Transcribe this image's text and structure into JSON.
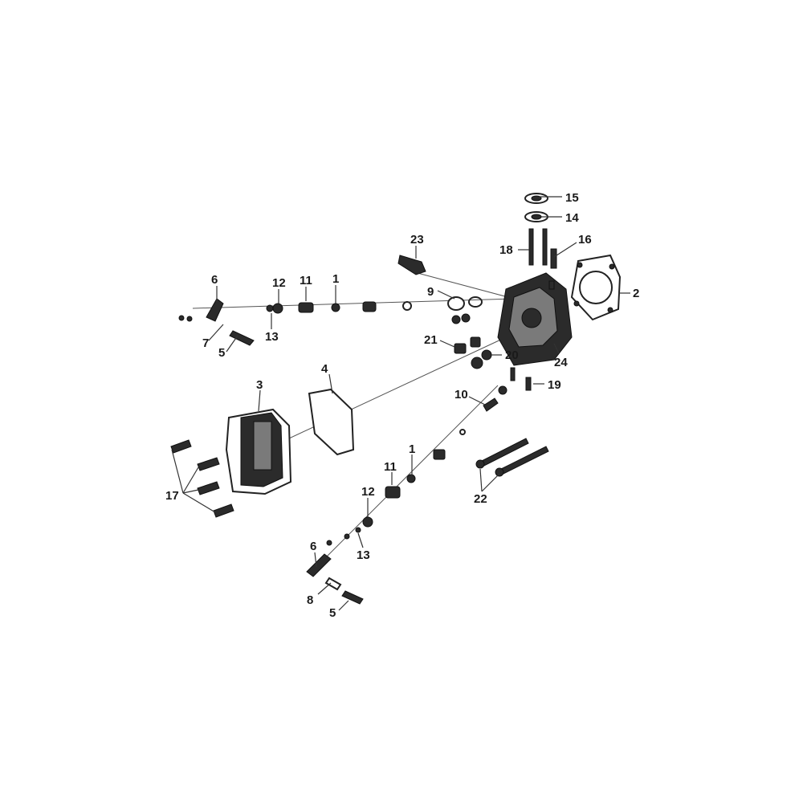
{
  "callouts": [
    {
      "id": "c1a",
      "text": "1"
    },
    {
      "id": "c1b",
      "text": "1"
    },
    {
      "id": "c2",
      "text": "2"
    },
    {
      "id": "c3",
      "text": "3"
    },
    {
      "id": "c4",
      "text": "4"
    },
    {
      "id": "c5a",
      "text": "5"
    },
    {
      "id": "c5b",
      "text": "5"
    },
    {
      "id": "c6a",
      "text": "6"
    },
    {
      "id": "c6b",
      "text": "6"
    },
    {
      "id": "c7",
      "text": "7"
    },
    {
      "id": "c8",
      "text": "8"
    },
    {
      "id": "c9",
      "text": "9"
    },
    {
      "id": "c10",
      "text": "10"
    },
    {
      "id": "c11a",
      "text": "11"
    },
    {
      "id": "c11b",
      "text": "11"
    },
    {
      "id": "c12a",
      "text": "12"
    },
    {
      "id": "c12b",
      "text": "12"
    },
    {
      "id": "c13a",
      "text": "13"
    },
    {
      "id": "c13b",
      "text": "13"
    },
    {
      "id": "c14",
      "text": "14"
    },
    {
      "id": "c15",
      "text": "15"
    },
    {
      "id": "c16",
      "text": "16"
    },
    {
      "id": "c17",
      "text": "17"
    },
    {
      "id": "c18",
      "text": "18"
    },
    {
      "id": "c19",
      "text": "19"
    },
    {
      "id": "c20",
      "text": "20"
    },
    {
      "id": "c21",
      "text": "21"
    },
    {
      "id": "c22",
      "text": "22"
    },
    {
      "id": "c23",
      "text": "23"
    },
    {
      "id": "c24",
      "text": "24"
    }
  ]
}
